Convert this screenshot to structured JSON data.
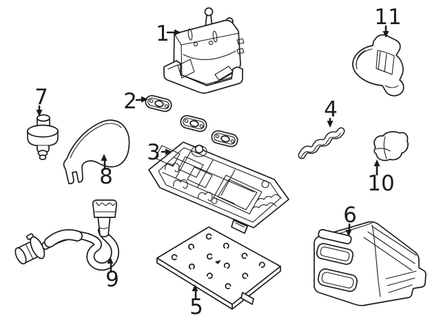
{
  "diagram": {
    "colors": {
      "background": "#ffffff",
      "line": "#1c1c1c"
    },
    "callouts": [
      {
        "number": "1"
      },
      {
        "number": "2"
      },
      {
        "number": "3"
      },
      {
        "number": "4"
      },
      {
        "number": "5"
      },
      {
        "number": "6"
      },
      {
        "number": "7"
      },
      {
        "number": "8"
      },
      {
        "number": "9"
      },
      {
        "number": "10"
      },
      {
        "number": "11"
      }
    ]
  }
}
